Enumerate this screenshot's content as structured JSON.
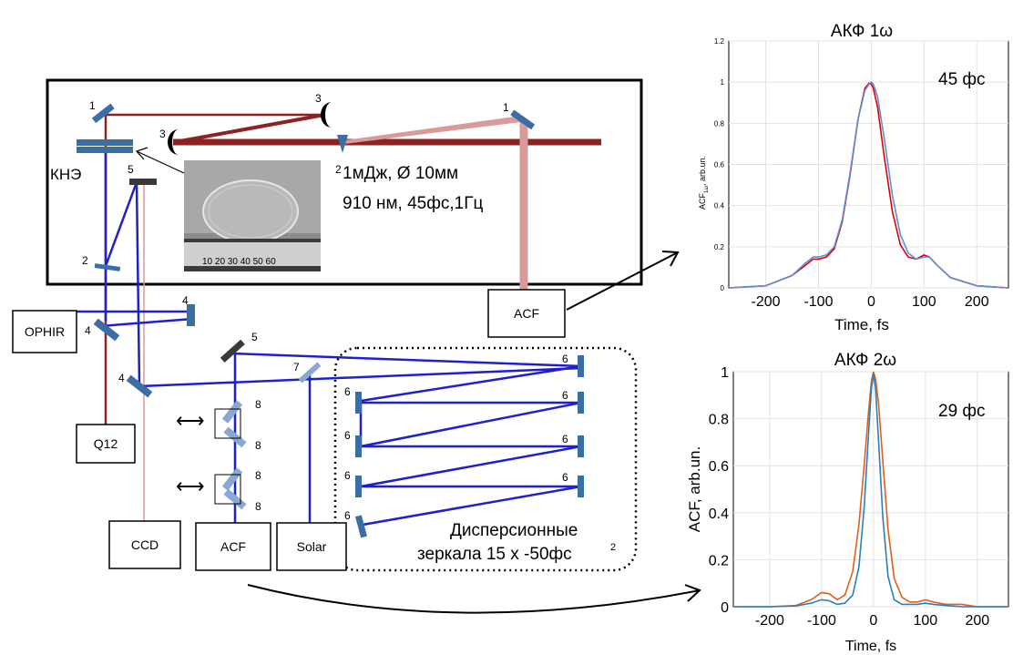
{
  "setup": {
    "crystal_label": "КНЭ",
    "beam_info_line1": "1мДж, Ø 10мм",
    "beam_info_line2": "910 нм, 45фс,1Гц",
    "photo_ruler_text": "10  20  30  40  50  60",
    "element_numbers": {
      "n1": "1",
      "n2": "2",
      "n3": "3",
      "n4": "4",
      "n5": "5",
      "n6": "6",
      "n7": "7",
      "n8": "8"
    },
    "boxes": {
      "ophir": "OPHIR",
      "q12": "Q12",
      "ccd": "CCD",
      "acf_bottom": "ACF",
      "solar": "Solar",
      "acf_top": "ACF"
    },
    "mirrors_label_line1": "Дисперсионные",
    "mirrors_label_line2": "зеркала 15 х -50фс",
    "mirrors_label_sup": "2",
    "arrow_symbol": "⟷"
  },
  "colors": {
    "red_beam": "#8b2323",
    "pink_beam": "#d99a9a",
    "blue_beam": "#1f1fd0",
    "mirror": "#3a6ea5",
    "series_red": "#e00000",
    "series_blue": "#5b8fd6",
    "series_orange": "#e0601a",
    "series_teal": "#2a7fc0",
    "annot_red": "#e00000",
    "annot_blue": "#1f1fd0"
  },
  "chart_data": [
    {
      "type": "line",
      "title": "АКФ 1ω",
      "annotation": "45 фс",
      "xlabel": "Time, fs",
      "ylabel": "ACF",
      "ylabel_sub": "1ω",
      "ylabel_tail": ", arb.un.",
      "xlim": [
        -270,
        260
      ],
      "ylim": [
        0,
        1.2
      ],
      "xticks": [
        -200,
        -100,
        0,
        100,
        200
      ],
      "yticks": [
        0,
        0.2,
        0.4,
        0.6,
        0.8,
        1,
        1.2
      ],
      "ytick_labels": [
        "0",
        "0.2",
        "0.4",
        "0.6",
        "0.8",
        "1",
        "1.2"
      ],
      "grid": true,
      "series": [
        {
          "color": "#e00000",
          "x": [
            -270,
            -200,
            -150,
            -125,
            -110,
            -100,
            -85,
            -70,
            -55,
            -40,
            -25,
            -12,
            -4,
            0,
            4,
            12,
            25,
            40,
            55,
            70,
            85,
            100,
            110,
            125,
            150,
            200,
            260
          ],
          "y": [
            0.0,
            0.01,
            0.06,
            0.11,
            0.14,
            0.14,
            0.15,
            0.19,
            0.32,
            0.55,
            0.82,
            0.97,
            0.995,
            0.99,
            0.97,
            0.88,
            0.63,
            0.37,
            0.21,
            0.15,
            0.14,
            0.16,
            0.15,
            0.11,
            0.05,
            0.01,
            0.0
          ]
        },
        {
          "color": "#5b8fd6",
          "x": [
            -270,
            -200,
            -150,
            -125,
            -110,
            -100,
            -85,
            -70,
            -55,
            -40,
            -25,
            -12,
            -4,
            0,
            4,
            12,
            25,
            40,
            55,
            70,
            85,
            100,
            110,
            125,
            150,
            200,
            260
          ],
          "y": [
            0.0,
            0.01,
            0.06,
            0.12,
            0.15,
            0.15,
            0.16,
            0.2,
            0.33,
            0.56,
            0.82,
            0.96,
            0.99,
            1.0,
            0.99,
            0.93,
            0.72,
            0.45,
            0.26,
            0.17,
            0.14,
            0.15,
            0.15,
            0.11,
            0.05,
            0.01,
            0.0
          ]
        }
      ]
    },
    {
      "type": "line",
      "title": "АКФ 2ω",
      "annotation": "29 фс",
      "xlabel": "Time, fs",
      "ylabel": "ACF, arb.un.",
      "xlim": [
        -270,
        260
      ],
      "ylim": [
        0,
        1
      ],
      "xticks": [
        -200,
        -100,
        0,
        100,
        200
      ],
      "yticks": [
        0,
        0.2,
        0.4,
        0.6,
        0.8,
        1
      ],
      "ytick_labels": [
        "0",
        "0.2",
        "0.4",
        "0.6",
        "0.8",
        "1"
      ],
      "grid": true,
      "series": [
        {
          "color": "#e0601a",
          "x": [
            -270,
            -200,
            -150,
            -120,
            -100,
            -85,
            -70,
            -55,
            -40,
            -28,
            -18,
            -10,
            -4,
            0,
            4,
            10,
            18,
            28,
            40,
            55,
            70,
            85,
            100,
            115,
            140,
            170,
            200,
            260
          ],
          "y": [
            0.0,
            0.0,
            0.005,
            0.03,
            0.06,
            0.055,
            0.03,
            0.05,
            0.15,
            0.35,
            0.6,
            0.82,
            0.96,
            1.0,
            0.97,
            0.86,
            0.62,
            0.33,
            0.12,
            0.04,
            0.02,
            0.02,
            0.03,
            0.02,
            0.01,
            0.01,
            0.0,
            0.0
          ]
        },
        {
          "color": "#2a7fc0",
          "x": [
            -270,
            -200,
            -150,
            -120,
            -100,
            -85,
            -70,
            -55,
            -40,
            -28,
            -18,
            -10,
            -4,
            0,
            4,
            10,
            18,
            28,
            40,
            55,
            70,
            85,
            100,
            115,
            140,
            170,
            200,
            260
          ],
          "y": [
            0.0,
            0.0,
            0.003,
            0.015,
            0.03,
            0.025,
            0.01,
            0.015,
            0.05,
            0.17,
            0.42,
            0.72,
            0.93,
            0.99,
            0.93,
            0.7,
            0.38,
            0.13,
            0.03,
            0.01,
            0.01,
            0.01,
            0.015,
            0.01,
            0.005,
            0.0,
            0.0,
            0.0
          ]
        }
      ]
    }
  ]
}
